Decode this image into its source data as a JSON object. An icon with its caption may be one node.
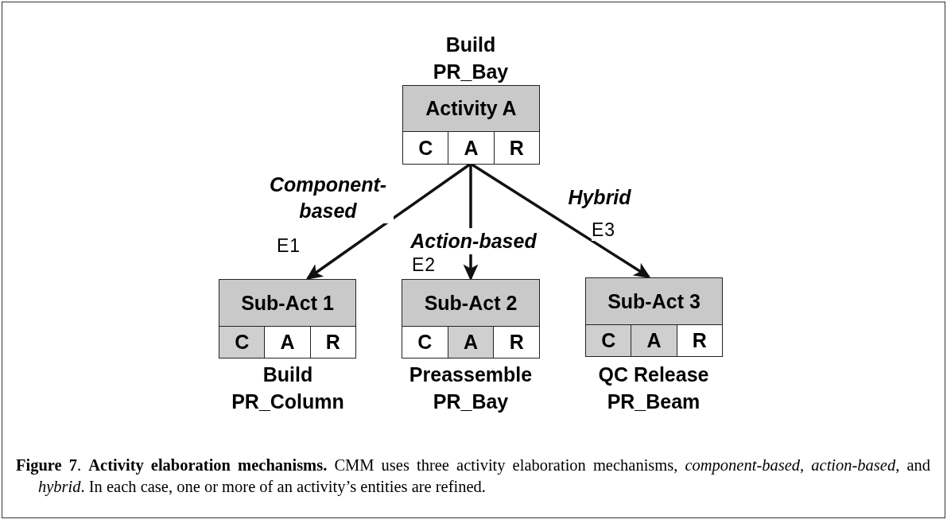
{
  "diagram": {
    "caption": "**Figure 7**. **Activity elaboration mechanisms.** CMM uses three activity elaboration mechanisms, *component-based*, *action-based*, and *hybrid*. In each case, one or more of an activity’s entities are refined.",
    "nodes": [
      {
        "text": [
          "Activity A"
        ],
        "beside": [
          "Build PR_Bay"
        ]
      },
      {
        "text": [
          "C"
        ],
        "in": 0
      },
      {
        "text": [
          "A"
        ],
        "in": 0
      },
      {
        "text": [
          "R"
        ],
        "in": 0
      },
      {
        "text": [
          "Sub-Act 1"
        ],
        "beside": [
          "Build PR_Column"
        ]
      },
      {
        "text": [
          "C"
        ],
        "in": 4
      },
      {
        "text": [
          "A"
        ],
        "in": 4
      },
      {
        "text": [
          "R"
        ],
        "in": 4
      },
      {
        "text": [
          "Sub-Act 2"
        ],
        "beside": [
          "Preassemble PR_Bay"
        ]
      },
      {
        "text": [
          "C"
        ],
        "in": 8
      },
      {
        "text": [
          "A"
        ],
        "in": 8
      },
      {
        "text": [
          "R"
        ],
        "in": 8
      },
      {
        "text": [
          "Sub-Act 3"
        ],
        "beside": [
          "QC Release PR_Beam"
        ]
      },
      {
        "text": [
          "C"
        ],
        "in": 12
      },
      {
        "text": [
          "A"
        ],
        "in": 12
      },
      {
        "text": [
          "R"
        ],
        "in": 12
      }
    ],
    "edges": [
      {
        "from": 2,
        "to": 4,
        "arrow": "to",
        "label": "Component-based"
      },
      {
        "from": 2,
        "to": 8,
        "arrow": "to",
        "label": "Action-based"
      },
      {
        "from": 2,
        "to": 12,
        "arrow": "to",
        "label": "Hybrid"
      }
    ],
    "labels": [
      "E1",
      "E2",
      "E3"
    ]
  }
}
